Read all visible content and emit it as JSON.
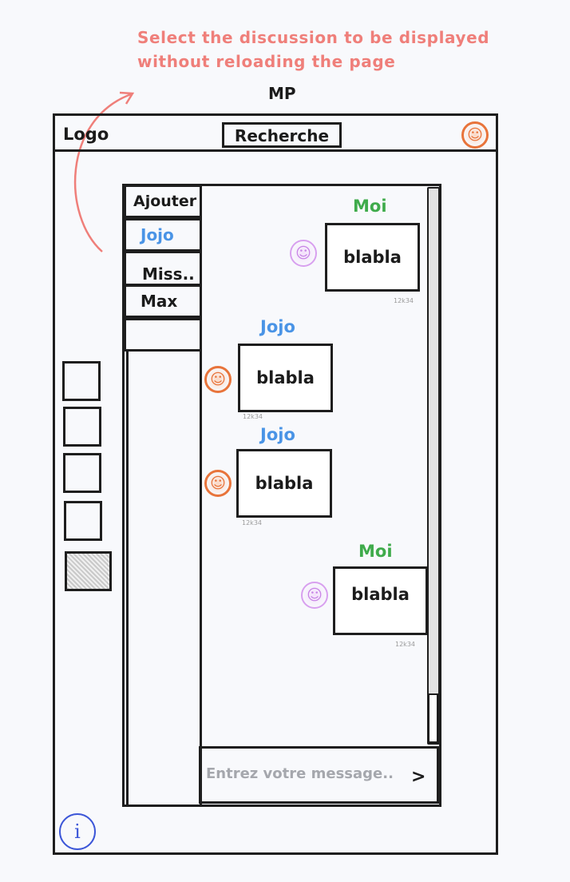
{
  "annotation": {
    "text": "Select the discussion to be displayed\nwithout reloading the page"
  },
  "page_label": "MP",
  "header": {
    "logo": "Logo",
    "search_label": "Recherche",
    "user_icon": "face-icon"
  },
  "conversations": {
    "add_label": "Ajouter",
    "items": [
      {
        "label": "Jojo",
        "selected": true
      },
      {
        "label": "Miss.."
      },
      {
        "label": "Max"
      },
      {
        "label": ""
      }
    ]
  },
  "messages": [
    {
      "sender": "Moi",
      "text": "blabla",
      "time": "12k34",
      "side": "right"
    },
    {
      "sender": "Jojo",
      "text": "blabla",
      "time": "12k34",
      "side": "left"
    },
    {
      "sender": "Jojo",
      "text": "blabla",
      "time": "12k34",
      "side": "left"
    },
    {
      "sender": "Moi",
      "text": "blabla",
      "time": "12k34",
      "side": "right"
    }
  ],
  "composer": {
    "placeholder": "Entrez votre message..",
    "send_glyph": ">"
  },
  "info_glyph": "i",
  "colors": {
    "annotation": "#ef7f7a",
    "me": "#3fab4b",
    "jojo": "#4a94e6",
    "info": "#3d57d8",
    "avatar_orange": "#e8743b",
    "avatar_purple": "#c884e6"
  }
}
